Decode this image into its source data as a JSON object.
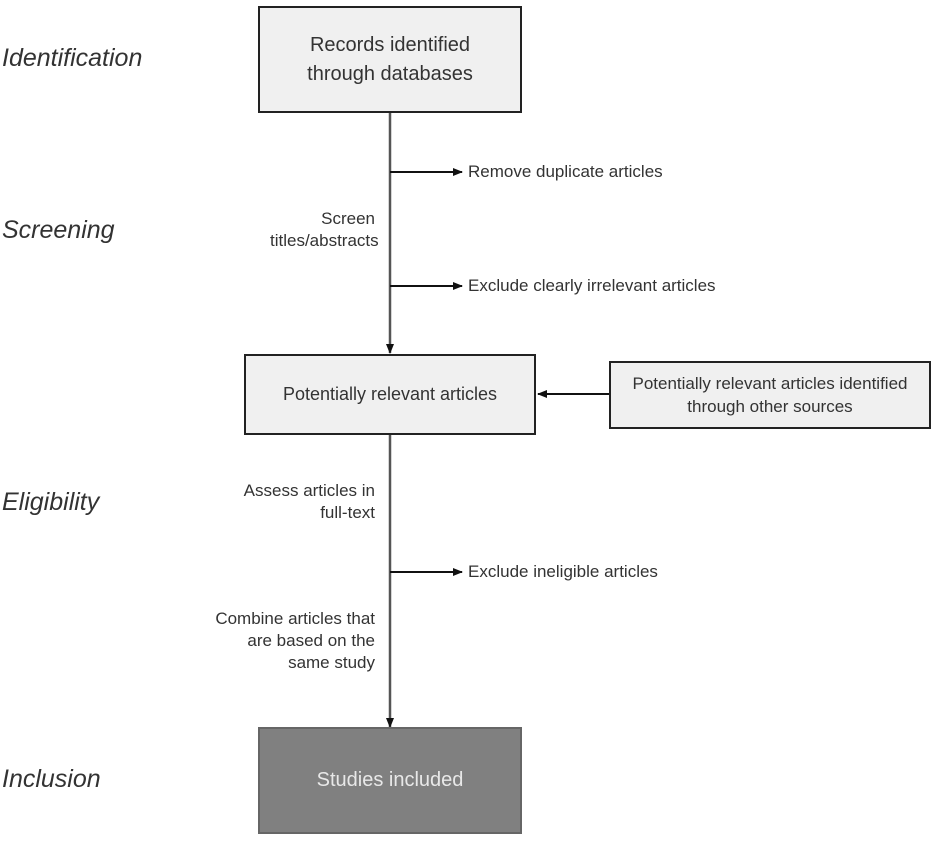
{
  "phases": [
    "Identification",
    "Screening",
    "Eligibility",
    "Inclusion"
  ],
  "boxes": {
    "records": "Records identified through databases",
    "relevant": "Potentially relevant articles",
    "other_sources": "Potentially relevant articles identified through other sources",
    "included": "Studies included"
  },
  "side_labels": {
    "screen": "Screen titles/abstracts",
    "assess": "Assess articles in full-text",
    "combine": "Combine articles that are based on the same study"
  },
  "exclusions": {
    "duplicates": "Remove duplicate articles",
    "irrelevant": "Exclude clearly irrelevant articles",
    "ineligible": "Exclude ineligible articles"
  },
  "colors": {
    "box_fill": "#f0f0f0",
    "included_fill": "#808080",
    "line": "#222222"
  }
}
